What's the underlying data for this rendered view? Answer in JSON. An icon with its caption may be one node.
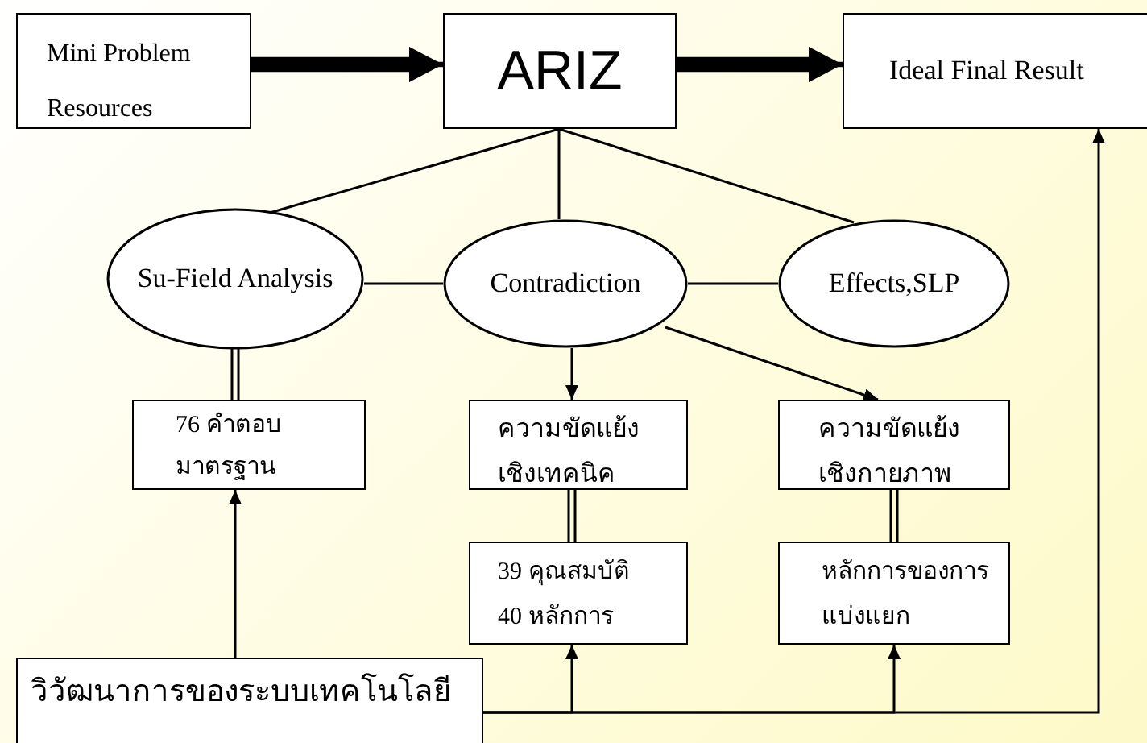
{
  "diagram": {
    "nodes": [
      {
        "text": [
          "Mini Problem Resources"
        ]
      },
      {
        "text": [
          "ARIZ"
        ]
      },
      {
        "text": [
          "Ideal Final Result"
        ]
      },
      {
        "text": [
          "Su-Field Analysis"
        ]
      },
      {
        "text": [
          "Contradiction"
        ]
      },
      {
        "text": [
          "Effects,SLP"
        ]
      },
      {
        "text": [
          "76 คำตอบมาตรฐาน"
        ]
      },
      {
        "text": [
          "ความขัดแย้งเชิงเทคนิค"
        ]
      },
      {
        "text": [
          "ความขัดแย้งเชิงกายภาพ"
        ]
      },
      {
        "text": [
          "39 คุณสมบัติ 40 หลักการ"
        ]
      },
      {
        "text": [
          "หลักการของการแบ่งแยก"
        ]
      },
      {
        "text": [
          "วิวัฒนาการของระบบเทคโนโลยี"
        ]
      }
    ],
    "edges": [
      {
        "from": 0,
        "to": 1,
        "arrow": "to",
        "style": "thick"
      },
      {
        "from": 1,
        "to": 2,
        "arrow": "to",
        "style": "thick"
      },
      {
        "from": 1,
        "to": 3,
        "arrow": "none"
      },
      {
        "from": 1,
        "to": 4,
        "arrow": "none"
      },
      {
        "from": 1,
        "to": 5,
        "arrow": "none"
      },
      {
        "from": 3,
        "to": 4,
        "arrow": "none"
      },
      {
        "from": 4,
        "to": 5,
        "arrow": "none"
      },
      {
        "from": 3,
        "to": 6,
        "arrow": "none"
      },
      {
        "from": 4,
        "to": 7,
        "arrow": "to"
      },
      {
        "from": 4,
        "to": 8,
        "arrow": "to"
      },
      {
        "from": 7,
        "to": 9,
        "arrow": "none"
      },
      {
        "from": 8,
        "to": 10,
        "arrow": "none"
      },
      {
        "from": 11,
        "to": 6,
        "arrow": "to"
      },
      {
        "from": 11,
        "to": 9,
        "arrow": "to"
      },
      {
        "from": 11,
        "to": 10,
        "arrow": "to"
      },
      {
        "from": 11,
        "to": 2,
        "arrow": "to"
      }
    ]
  }
}
